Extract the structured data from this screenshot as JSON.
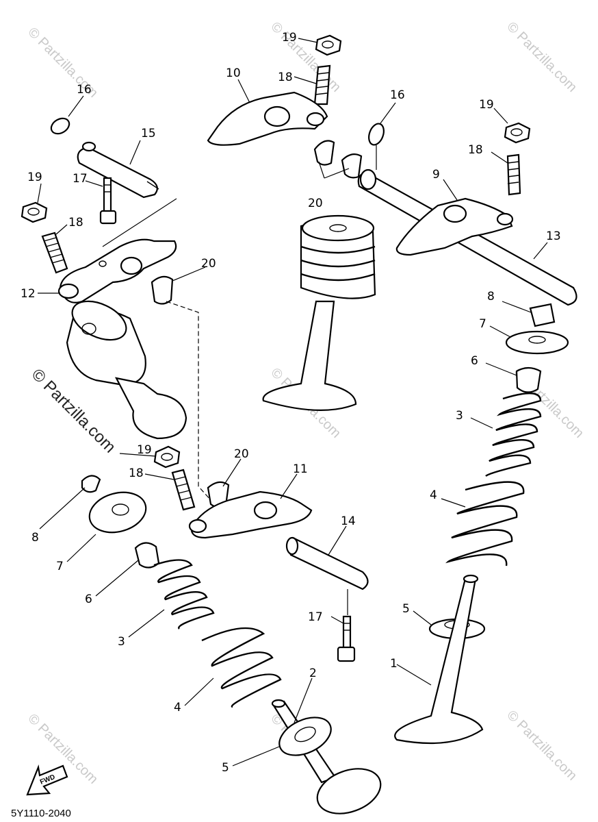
{
  "watermark": "© Partzilla.com",
  "diagram_code": "5Y1110-2040",
  "fwd_label": "FWD",
  "callouts": {
    "c1": "1",
    "c2": "2",
    "c3a": "3",
    "c3b": "3",
    "c4a": "4",
    "c4b": "4",
    "c5a": "5",
    "c5b": "5",
    "c6a": "6",
    "c6b": "6",
    "c7a": "7",
    "c7b": "7",
    "c8a": "8",
    "c8b": "8",
    "c9": "9",
    "c10": "10",
    "c11": "11",
    "c12": "12",
    "c13": "13",
    "c14": "14",
    "c15": "15",
    "c16a": "16",
    "c16b": "16",
    "c17a": "17",
    "c17b": "17",
    "c18a": "18",
    "c18b": "18",
    "c18c": "18",
    "c18d": "18",
    "c19a": "19",
    "c19b": "19",
    "c19c": "19",
    "c19d": "19",
    "c20a": "20",
    "c20b": "20",
    "c20c": "20"
  }
}
